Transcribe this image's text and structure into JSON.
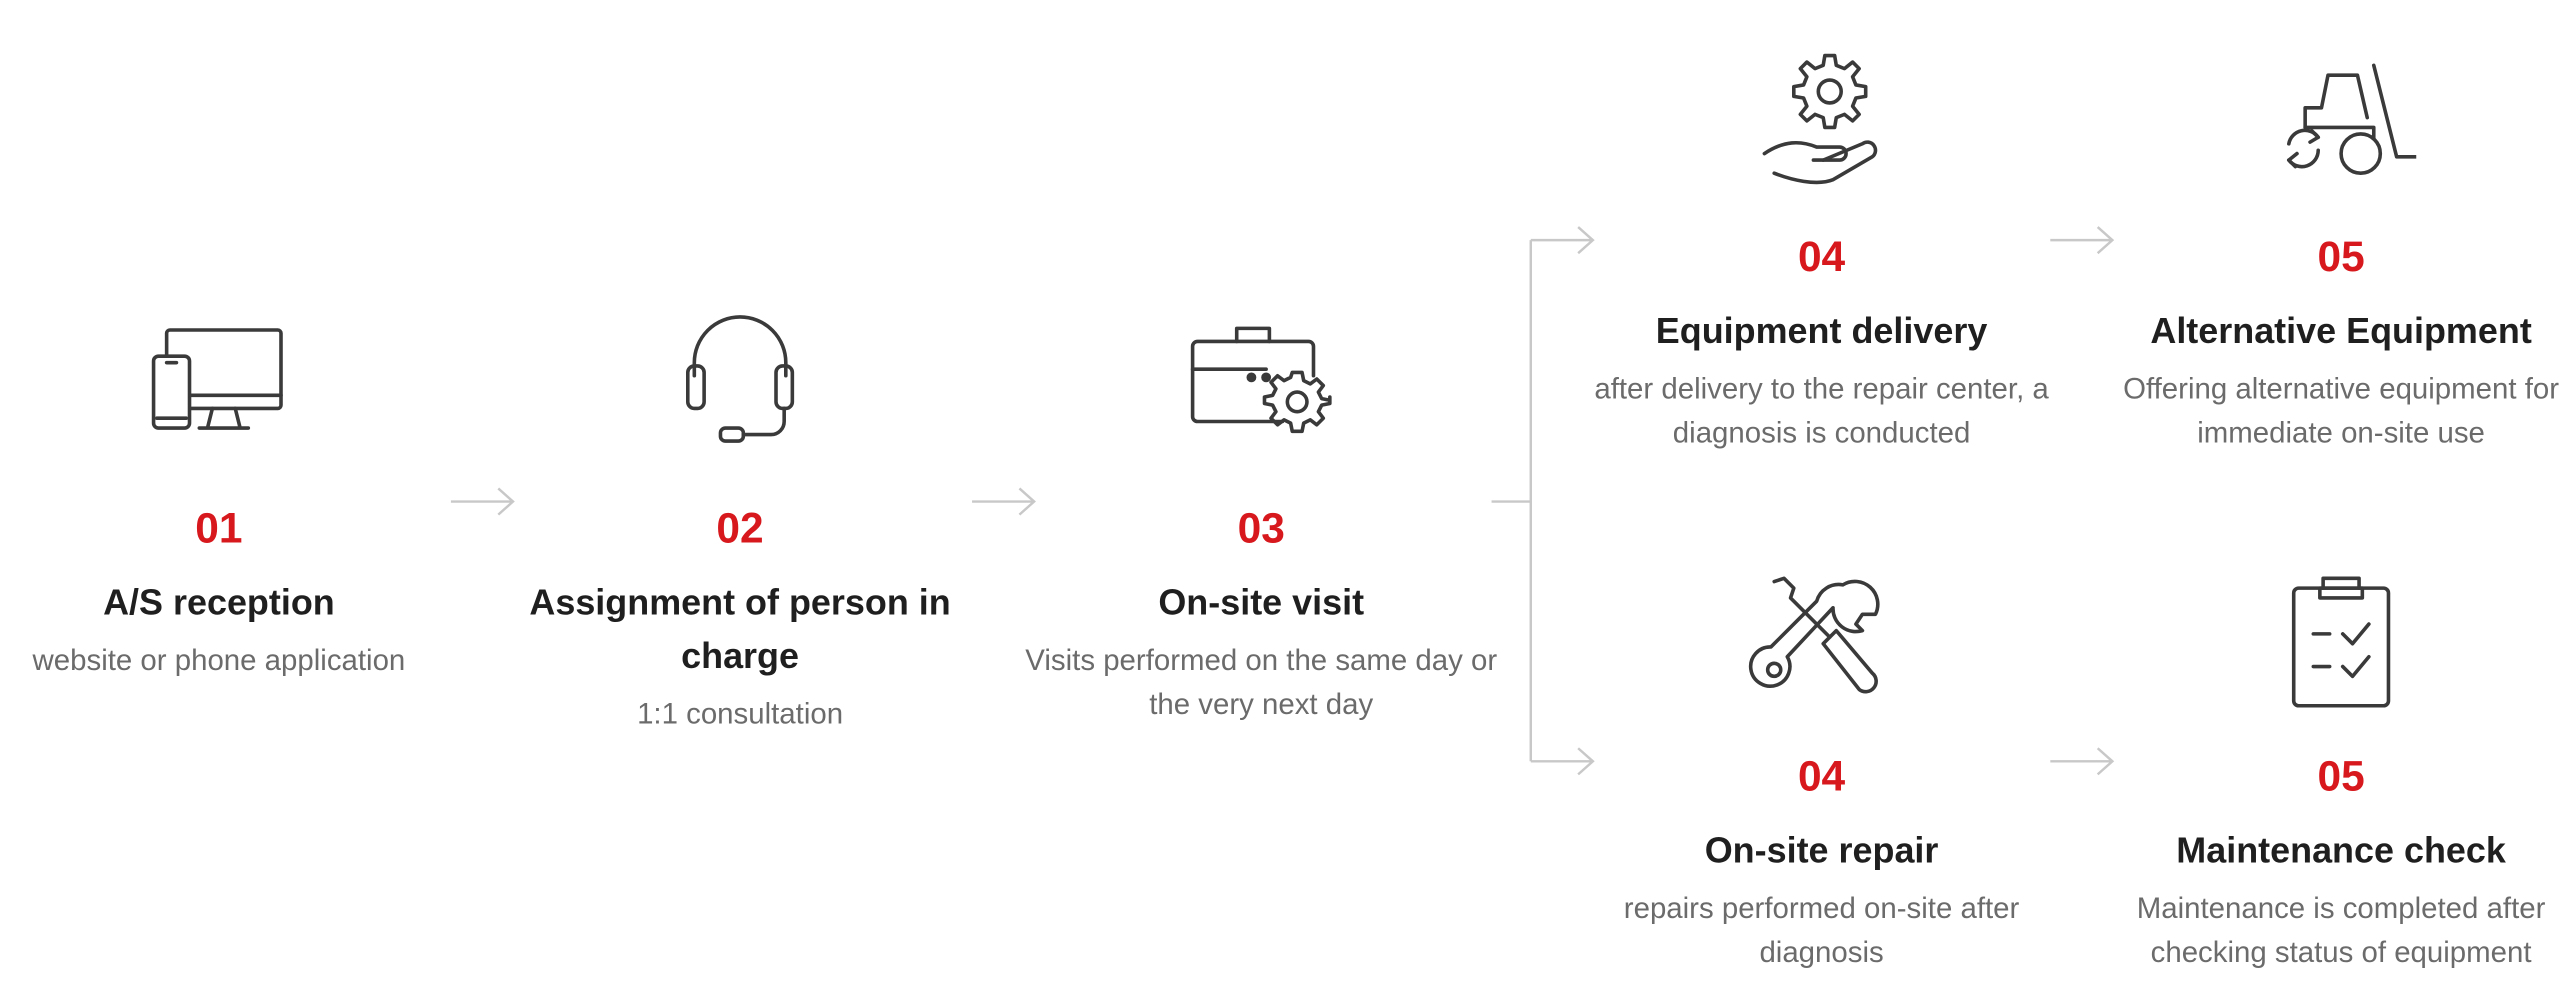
{
  "steps": [
    {
      "num": "01",
      "title": "A/S reception",
      "desc": "website or phone application"
    },
    {
      "num": "02",
      "title": "Assignment of person in charge",
      "desc": "1:1 consultation"
    },
    {
      "num": "03",
      "title": "On-site visit",
      "desc": "Visits performed on the same day or the very next day"
    },
    {
      "num": "04",
      "title": "Equipment delivery",
      "desc": "after delivery to the repair center, a diagnosis is conducted"
    },
    {
      "num": "05",
      "title": "Alternative Equipment",
      "desc": "Offering alternative equipment for immediate on-site use"
    },
    {
      "num": "04",
      "title": "On-site repair",
      "desc": "repairs performed on-site after diagnosis"
    },
    {
      "num": "05",
      "title": "Maintenance check",
      "desc": "Maintenance is completed after checking status of equipment"
    }
  ],
  "icons": [
    "devices-icon",
    "headset-icon",
    "toolbox-icon",
    "hand-gear-icon",
    "forklift-icon",
    "tools-icon",
    "clipboard-check-icon"
  ],
  "colors": {
    "accent": "#d7191e",
    "title": "#1f1f1f",
    "text": "#6b6b6b",
    "line": "#c8c8c8",
    "icon": "#3a3a3a"
  }
}
